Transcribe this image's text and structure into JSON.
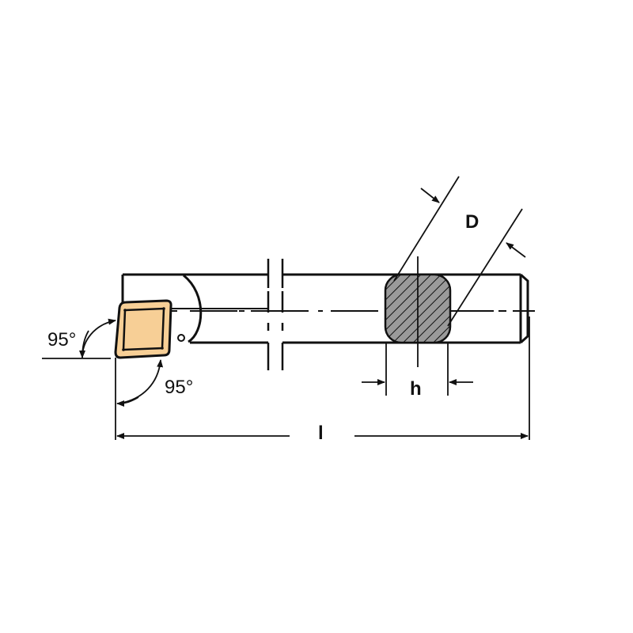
{
  "diagram": {
    "subject": "boring bar with square insert",
    "colors": {
      "line": "#111111",
      "insert_fill": "#f7cf96",
      "section_fill": "#9a9a9a",
      "background": "#ffffff"
    },
    "labels": {
      "angle_top": "95°",
      "angle_bottom": "95°",
      "diameter": "D",
      "height": "h",
      "length": "l"
    }
  }
}
